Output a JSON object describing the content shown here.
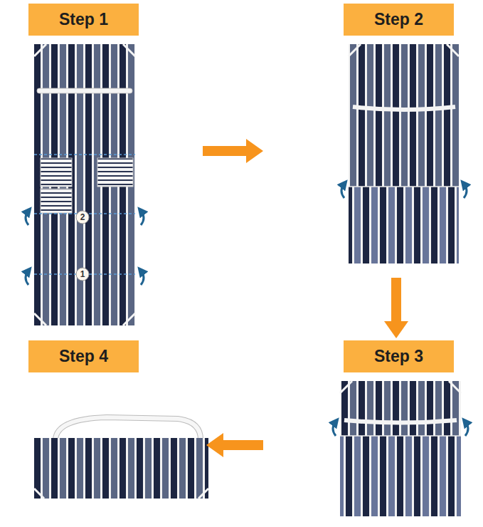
{
  "diagram": {
    "nodes": [
      {
        "text": [
          "Step 1"
        ]
      },
      {
        "text": [
          "Step 2"
        ]
      },
      {
        "text": [
          "Step 3"
        ]
      },
      {
        "text": [
          "Step 4"
        ]
      }
    ],
    "edges": [
      {
        "from": 0,
        "to": 1,
        "arrow": "to"
      },
      {
        "from": 1,
        "to": 2,
        "arrow": "to"
      },
      {
        "from": 2,
        "to": 3,
        "arrow": "to"
      }
    ],
    "labels": [
      "2",
      "1"
    ]
  }
}
